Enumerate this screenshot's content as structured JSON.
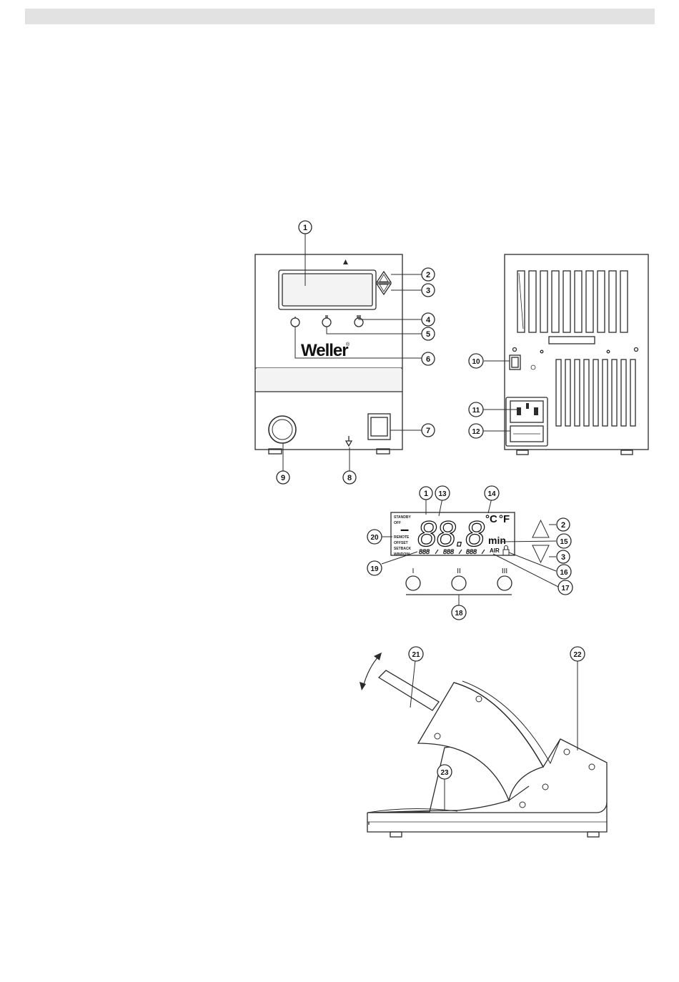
{
  "brand": {
    "logo_text": "Weller",
    "logo_mark": "®"
  },
  "callouts": [
    "1",
    "2",
    "3",
    "4",
    "5",
    "6",
    "7",
    "8",
    "9",
    "10",
    "11",
    "12",
    "13",
    "14",
    "15",
    "16",
    "17",
    "18",
    "19",
    "20",
    "21",
    "22",
    "23"
  ],
  "display": {
    "digits": "88.8",
    "unit_c": "°C",
    "unit_f": "°F",
    "unit_min": "min",
    "air": "AIR",
    "dash": "–",
    "side_labels": [
      "STANDBY",
      "OFF",
      "REMOTE",
      "OFFSET",
      "SETBACK",
      "WINDOW"
    ],
    "preset_small_digits": [
      "888",
      "888",
      "888"
    ],
    "preset_buttons": [
      "I",
      "II",
      "III"
    ]
  },
  "colors": {
    "line": "#2b2b2b",
    "header_bar": "#e2e2e2",
    "panel_shade": "#f3f3f3"
  }
}
